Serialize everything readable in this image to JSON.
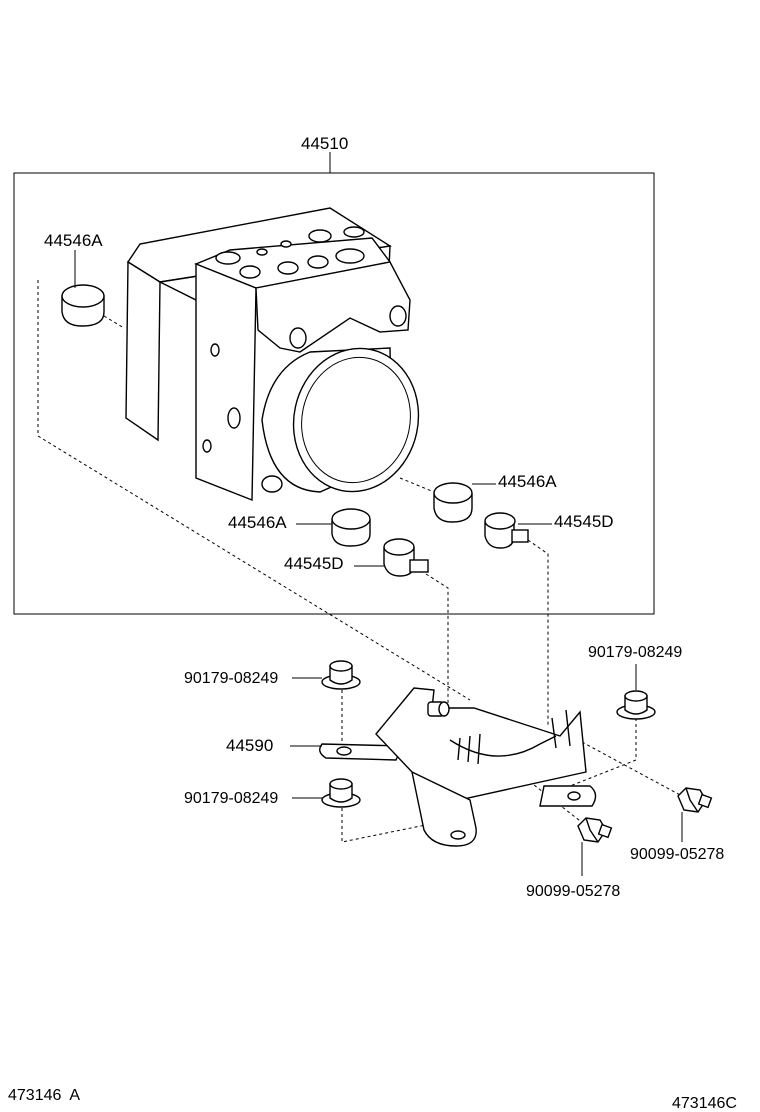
{
  "callouts": {
    "assembly": "44510",
    "cushion_top_left": "44546A",
    "cushion_right": "44546A",
    "cushion_bottom": "44546A",
    "stud_right": "44545D",
    "stud_bottom": "44545D",
    "bolt_top_left": "90179-08249",
    "bolt_top_right": "90179-08249",
    "bolt_bottom_left": "90179-08249",
    "bracket": "44590",
    "bolt_right": "90099-05278",
    "bolt_bottom": "90099-05278"
  },
  "footer": {
    "left_code": "473146  A",
    "right_code": "473146C"
  }
}
